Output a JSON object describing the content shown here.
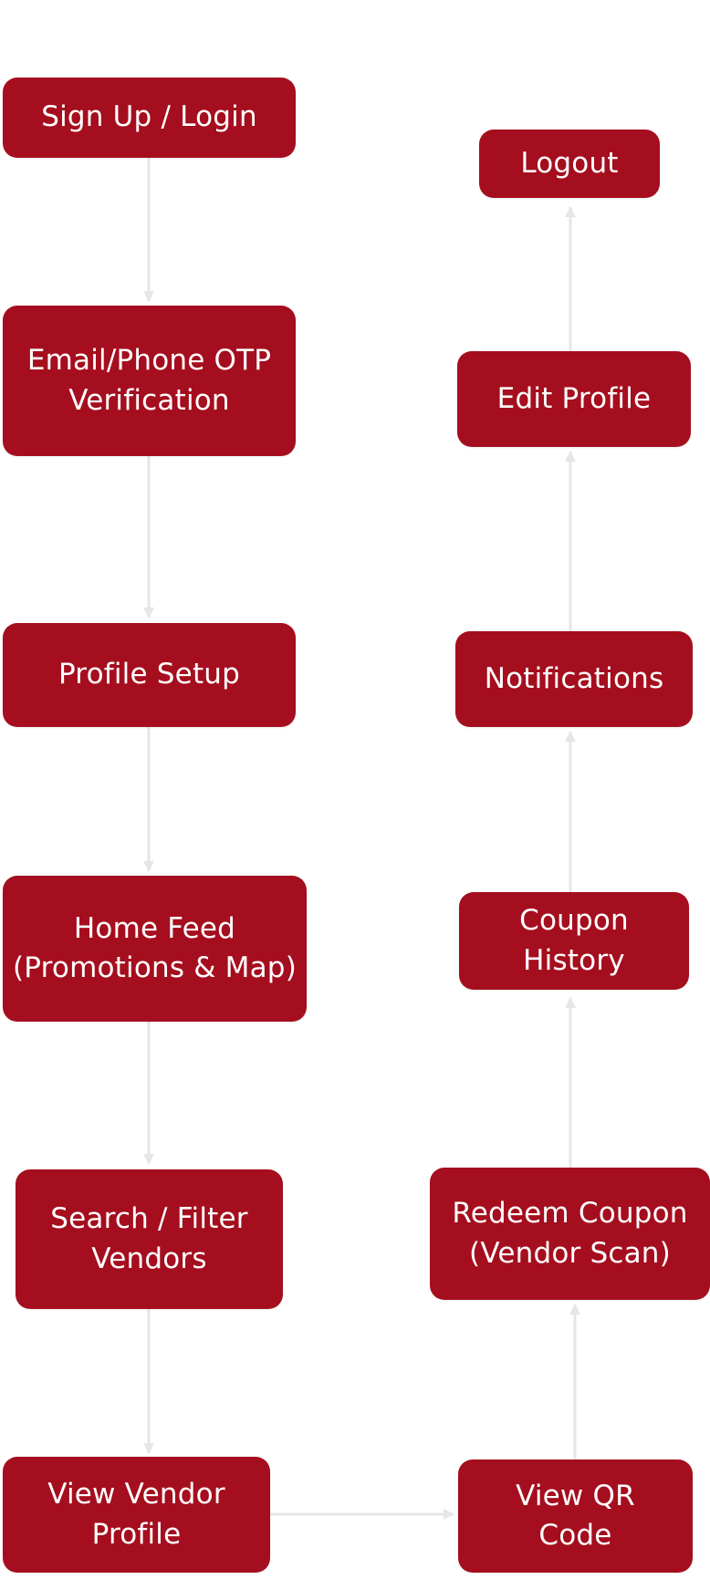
{
  "colors": {
    "node_fill": "#a50e1e",
    "node_text": "#ffffff",
    "connector": "#e6e6e6",
    "background": "#ffffff"
  },
  "left_flow": {
    "sign_up_login": "Sign Up / Login",
    "otp_verification": "Email/Phone OTP\nVerification",
    "profile_setup": "Profile Setup",
    "home_feed": "Home Feed\n(Promotions & Map)",
    "search_filter": "Search / Filter\nVendors",
    "view_vendor_profile": "View Vendor\nProfile"
  },
  "right_flow": {
    "view_qr_code": "View QR\nCode",
    "redeem_coupon": "Redeem Coupon\n(Vendor Scan)",
    "coupon_history": "Coupon\nHistory",
    "notifications": "Notifications",
    "edit_profile": "Edit Profile",
    "logout": "Logout"
  }
}
